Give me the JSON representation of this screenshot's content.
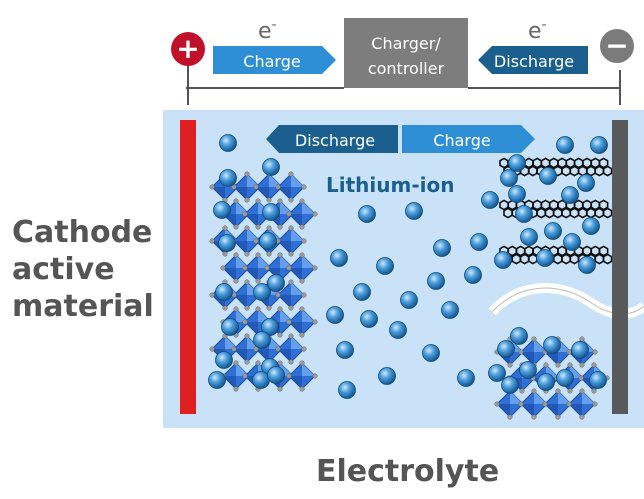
{
  "electron_symbol": "e",
  "electron_charge": "-",
  "positive_sign": "+",
  "negative_sign": "−",
  "top_arrows": {
    "charge": "Charge",
    "discharge": "Discharge"
  },
  "controller": {
    "line1": "Charger/",
    "line2": "controller"
  },
  "inner_arrows": {
    "discharge": "Discharge",
    "charge": "Charge"
  },
  "ion_label": "Lithium-ion",
  "cathode_label": {
    "line1": "Cathode",
    "line2": "active",
    "line3": "material"
  },
  "electrolyte_label": "Electrolyte",
  "colors": {
    "electrolyte": "#c9e2f8",
    "cathode_bar": "#e02020",
    "anode_bar": "#58595b",
    "positive_terminal": "#c0102a",
    "negative_terminal": "#7b7b7b",
    "controller_box": "#7d7d7d",
    "arrow_dark": "#1a5f8e",
    "arrow_light": "#2f8fd6",
    "lithium_ion": "#2a7fc4",
    "octahedron": "#2f6fd6"
  }
}
